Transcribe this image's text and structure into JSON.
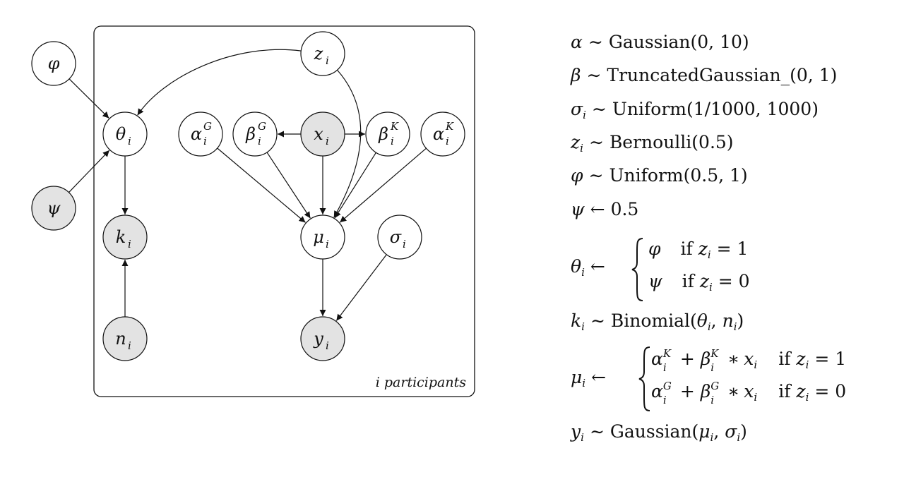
{
  "diagram": {
    "plate_label": "i participants",
    "nodes": [
      {
        "id": "phi",
        "symbol": "φ",
        "sub": "",
        "sup": "",
        "observed": false
      },
      {
        "id": "psi",
        "symbol": "ψ",
        "sub": "",
        "sup": "",
        "observed": true
      },
      {
        "id": "theta",
        "symbol": "θ",
        "sub": "i",
        "sup": "",
        "observed": false
      },
      {
        "id": "k",
        "symbol": "k",
        "sub": "i",
        "sup": "",
        "observed": true
      },
      {
        "id": "n",
        "symbol": "n",
        "sub": "i",
        "sup": "",
        "observed": true
      },
      {
        "id": "z",
        "symbol": "z",
        "sub": "i",
        "sup": "",
        "observed": false
      },
      {
        "id": "alphaG",
        "symbol": "α",
        "sub": "i",
        "sup": "G",
        "observed": false
      },
      {
        "id": "betaG",
        "symbol": "β",
        "sub": "i",
        "sup": "G",
        "observed": false
      },
      {
        "id": "x",
        "symbol": "x",
        "sub": "i",
        "sup": "",
        "observed": true
      },
      {
        "id": "betaK",
        "symbol": "β",
        "sub": "i",
        "sup": "K",
        "observed": false
      },
      {
        "id": "alphaK",
        "symbol": "α",
        "sub": "i",
        "sup": "K",
        "observed": false
      },
      {
        "id": "mu",
        "symbol": "μ",
        "sub": "i",
        "sup": "",
        "observed": false
      },
      {
        "id": "sigma",
        "symbol": "σ",
        "sub": "i",
        "sup": "",
        "observed": false
      },
      {
        "id": "y",
        "symbol": "y",
        "sub": "i",
        "sup": "",
        "observed": true
      }
    ],
    "edges": [
      {
        "from": "phi",
        "to": "theta"
      },
      {
        "from": "psi",
        "to": "theta"
      },
      {
        "from": "z",
        "to": "theta"
      },
      {
        "from": "theta",
        "to": "k"
      },
      {
        "from": "n",
        "to": "k"
      },
      {
        "from": "x",
        "to": "betaG"
      },
      {
        "from": "x",
        "to": "betaK"
      },
      {
        "from": "x",
        "to": "mu"
      },
      {
        "from": "alphaG",
        "to": "mu"
      },
      {
        "from": "betaG",
        "to": "mu"
      },
      {
        "from": "betaK",
        "to": "mu"
      },
      {
        "from": "alphaK",
        "to": "mu"
      },
      {
        "from": "z",
        "to": "mu"
      },
      {
        "from": "mu",
        "to": "y"
      },
      {
        "from": "sigma",
        "to": "y"
      }
    ]
  },
  "equations": {
    "alpha": {
      "lhs": "α",
      "op": "∼",
      "rhs": "Gaussian(0, 10)"
    },
    "beta": {
      "lhs": "β",
      "op": "∼",
      "rhs": "TruncatedGaussian_(0, 1)"
    },
    "sigma": {
      "lhs": "σ",
      "lhs_sub": "i",
      "op": "∼",
      "rhs": "Uniform(1/1000, 1000)"
    },
    "z": {
      "lhs": "z",
      "lhs_sub": "i",
      "op": "∼",
      "rhs": "Bernoulli(0.5)"
    },
    "phi": {
      "lhs": "φ",
      "op": "∼",
      "rhs": "Uniform(0.5, 1)"
    },
    "psi": {
      "lhs": "ψ",
      "op": "←",
      "rhs": "0.5"
    },
    "theta": {
      "lhs": "θ",
      "lhs_sub": "i",
      "op": "←",
      "case1_value": "φ",
      "case1_cond_word": "if",
      "case1_cond_var": "z",
      "case1_cond_sub": "i",
      "case1_cond_rhs": "= 1",
      "case2_value": "ψ",
      "case2_cond_word": "if",
      "case2_cond_var": "z",
      "case2_cond_sub": "i",
      "case2_cond_rhs": "= 0"
    },
    "k": {
      "lhs": "k",
      "lhs_sub": "i",
      "op": "∼",
      "rhs_word": "Binomial(",
      "rhs_a": "θ",
      "rhs_a_sub": "i",
      "rhs_sep": ", ",
      "rhs_b": "n",
      "rhs_b_sub": "i",
      "rhs_close": ")"
    },
    "mu": {
      "lhs": "μ",
      "lhs_sub": "i",
      "op": "←",
      "case1_a": "α",
      "case1_a_sub": "i",
      "case1_a_sup": "K",
      "case1_plus": "+",
      "case1_b": "β",
      "case1_b_sub": "i",
      "case1_b_sup": "K",
      "case1_times": "∗",
      "case1_x": "x",
      "case1_x_sub": "i",
      "case1_cond_word": "if",
      "case1_cond_var": "z",
      "case1_cond_sub": "i",
      "case1_cond_rhs": "= 1",
      "case2_a": "α",
      "case2_a_sub": "i",
      "case2_a_sup": "G",
      "case2_plus": "+",
      "case2_b": "β",
      "case2_b_sub": "i",
      "case2_b_sup": "G",
      "case2_times": "∗",
      "case2_x": "x",
      "case2_x_sub": "i",
      "case2_cond_word": "if",
      "case2_cond_var": "z",
      "case2_cond_sub": "i",
      "case2_cond_rhs": "= 0"
    },
    "y": {
      "lhs": "y",
      "lhs_sub": "i",
      "op": "∼",
      "rhs_word": "Gaussian(",
      "rhs_a": "μ",
      "rhs_a_sub": "i",
      "rhs_sep": ", ",
      "rhs_b": "σ",
      "rhs_b_sub": "i",
      "rhs_close": ")"
    }
  }
}
